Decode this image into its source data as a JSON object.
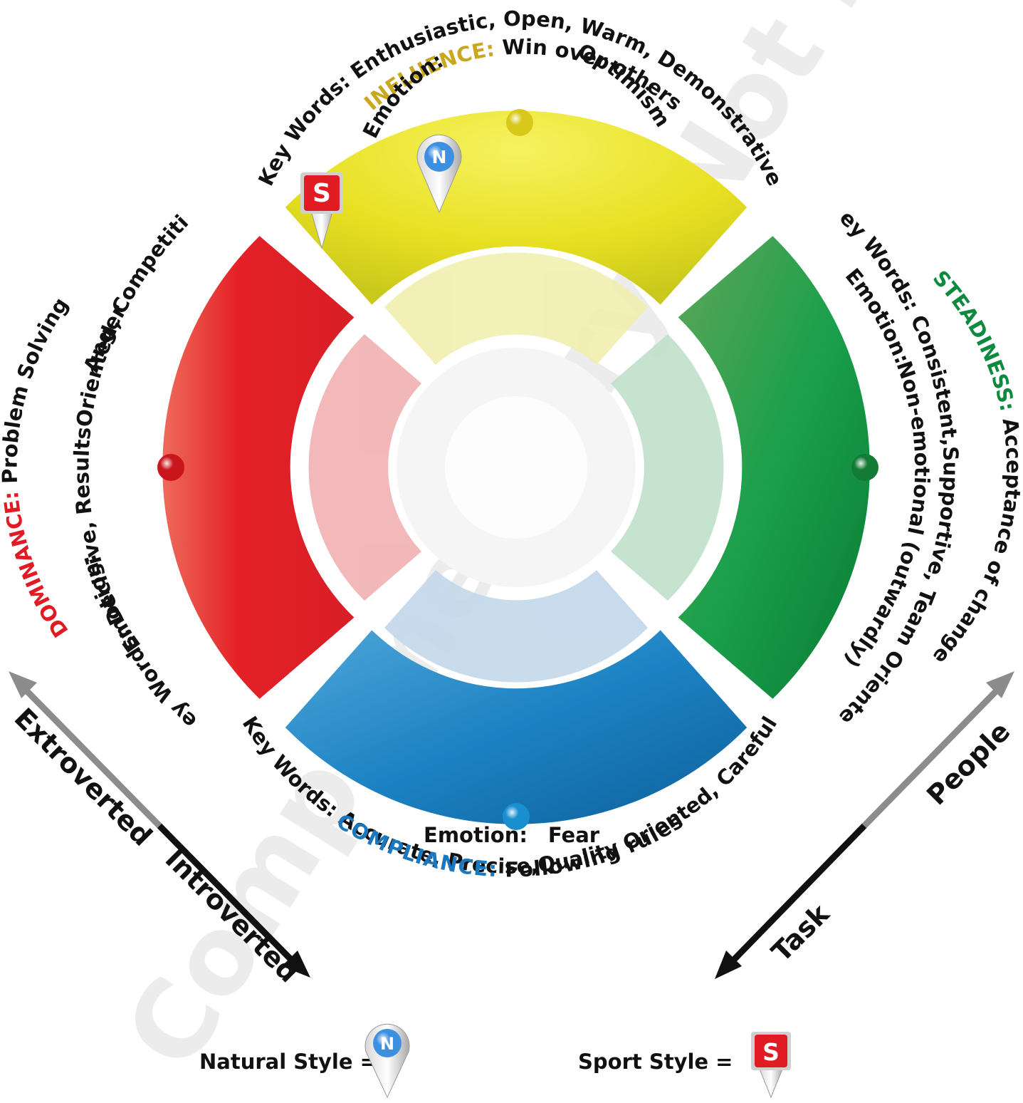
{
  "watermark": "Complimentary: Not For Resale",
  "colors": {
    "influence": "#e8e022",
    "steadiness": "#129b47",
    "compliance": "#1c82c3",
    "dominance": "#e42027",
    "influence_title": "#c9a820",
    "steadiness_title": "#0e8a3f",
    "compliance_title": "#1a78c0",
    "dominance_title": "#e01b24"
  },
  "influence": {
    "title": "INFLUENCE:",
    "subtitle": " Win over others",
    "keywords": "Key Words: Enthusiastic, Open, Warm, Demonstrative",
    "emotion_label": "Emotion:",
    "emotion_value": "Optimism"
  },
  "steadiness": {
    "title": "STEADINESS:",
    "subtitle": " Acceptance of change",
    "keywords": "Key Words: Consistent,Supportive, Team Oriented",
    "emotion_label": "Emotion:",
    "emotion_value": "Non-emotional (outwardly)"
  },
  "compliance": {
    "title": "COMPLIANCE:",
    "subtitle": " Following rules",
    "keywords": "Key Words: Accurate, Precise,Quality Oriented, Careful",
    "emotion_label": "Emotion:",
    "emotion_value": "Fear"
  },
  "dominance": {
    "title": "DOMINANCE:",
    "subtitle": " Problem Solving",
    "keywords": "Key Words: Decisive, ResultsOriented, Competitive",
    "emotion_label": "Emotion:",
    "emotion_value": "Anger"
  },
  "axes": {
    "extroverted": "Extroverted",
    "introverted": "Introverted",
    "people": "People",
    "task": "Task"
  },
  "markers": {
    "natural_letter": "N",
    "sport_letter": "S"
  },
  "legend": {
    "natural_label": "Natural Style =",
    "sport_label": "Sport Style ="
  }
}
